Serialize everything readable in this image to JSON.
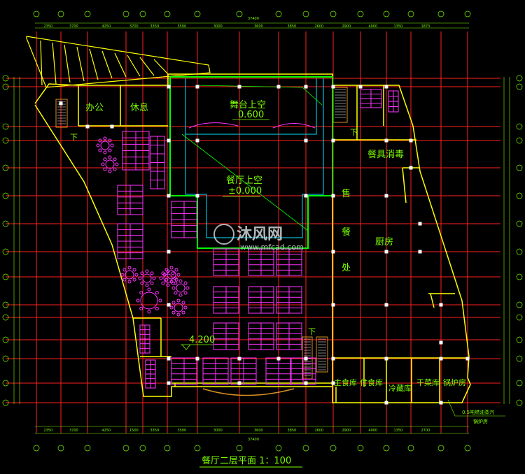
{
  "rooms": {
    "office": "办公",
    "rest": "休息",
    "stage_void": "舞台上空",
    "stage_level": "0.600",
    "hall_void": "餐厅上空",
    "hall_level": "±0.000",
    "sale_1": "售",
    "sale_2": "餐",
    "sale_3": "处",
    "kitchen": "厨房",
    "dish_wash": "餐具消毒",
    "staple_store": "主食库",
    "side_store": "付食库",
    "cold_store": "冷藏库",
    "dry_store": "干菜库",
    "boiler": "锅炉房",
    "boiler_note_1": "0.5吨燃油蒸汽",
    "boiler_note_2": "锅炉房",
    "down_1": "下",
    "down_2": "下",
    "down_3": "下",
    "elev_level": "4.200"
  },
  "title": "餐厅二层平面  1：100",
  "watermark": {
    "main": "沐风网",
    "url": "www.mfcad.com"
  },
  "dimensions": {
    "top_total": "37400",
    "bottom_total": "37400",
    "top": [
      "2350",
      "3700",
      "4250",
      "3700",
      "3350",
      "3500",
      "3000",
      "3600",
      "3850",
      "2600",
      "2900",
      "4000",
      "1350",
      "1870"
    ],
    "bottom": [
      "2350",
      "3700",
      "4250",
      "1500",
      "3350",
      "3500",
      "3000",
      "3600",
      "3850",
      "2600",
      "2900",
      "4000",
      "1350",
      "2700"
    ]
  },
  "colors": {
    "background": "#000000",
    "grid": "#ff2020",
    "wall": "#ffff00",
    "furniture": "#ff33ff",
    "green": "#00ff00",
    "cyan": "#00e5ff",
    "text": "#7cfc00",
    "orange": "#d89020"
  }
}
